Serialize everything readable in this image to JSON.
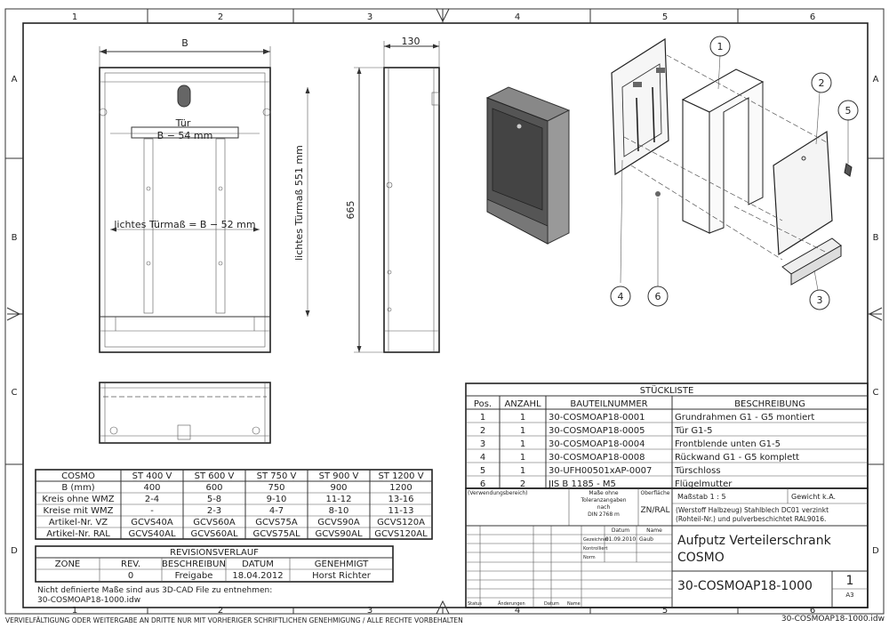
{
  "border": {
    "columns": [
      "1",
      "2",
      "3",
      "4",
      "5",
      "6"
    ],
    "rows": [
      "A",
      "B",
      "C",
      "D"
    ],
    "bottom_note": "VERVIELFÄLTIGUNG ODER WEITERGABE AN DRITTE NUR MIT VORHERIGER SCHRIFTLICHEN GENEHMIGUNG / ALLE RECHTE VORBEHALTEN",
    "file_name": "30-COSMOAP18-1000.idw"
  },
  "views": {
    "front_width_label": "B",
    "door_label_1": "Tür",
    "door_label_2": "B − 54 mm",
    "clear_width_label": "lichtes Türmaß = B − 52 mm",
    "clear_height_label": "lichtes Türmaß 551 mm",
    "side_depth_label": "130",
    "side_height_label": "665"
  },
  "exploded": {
    "balloons": [
      "1",
      "2",
      "3",
      "4",
      "5",
      "6"
    ]
  },
  "parts_list": {
    "title": "STÜCKLISTE",
    "headers": [
      "Pos.",
      "ANZAHL",
      "BAUTEILNUMMER",
      "BESCHREIBUNG"
    ],
    "rows": [
      {
        "pos": "1",
        "qty": "1",
        "part": "30-COSMOAP18-0001",
        "desc": "Grundrahmen G1 - G5 montiert"
      },
      {
        "pos": "2",
        "qty": "1",
        "part": "30-COSMOAP18-0005",
        "desc": "Tür G1-5"
      },
      {
        "pos": "3",
        "qty": "1",
        "part": "30-COSMOAP18-0004",
        "desc": "Frontblende unten G1-5"
      },
      {
        "pos": "4",
        "qty": "1",
        "part": "30-COSMOAP18-0008",
        "desc": "Rückwand G1 - G5 komplett"
      },
      {
        "pos": "5",
        "qty": "1",
        "part": "30-UFH00501xAP-0007",
        "desc": "Türschloss"
      },
      {
        "pos": "6",
        "qty": "2",
        "part": "JIS B 1185 - M5",
        "desc": "Flügelmutter"
      }
    ]
  },
  "variants": {
    "headers": [
      "COSMO",
      "ST 400 V",
      "ST 600 V",
      "ST 750 V",
      "ST 900 V",
      "ST 1200 V"
    ],
    "rows": [
      [
        "B (mm)",
        "400",
        "600",
        "750",
        "900",
        "1200"
      ],
      [
        "Kreis ohne WMZ",
        "2-4",
        "5-8",
        "9-10",
        "11-12",
        "13-16"
      ],
      [
        "Kreise mit WMZ",
        "-",
        "2-3",
        "4-7",
        "8-10",
        "11-13"
      ],
      [
        "Artikel-Nr. VZ",
        "GCVS40A",
        "GCVS60A",
        "GCVS75A",
        "GCVS90A",
        "GCVS120A"
      ],
      [
        "Artikel-Nr. RAL",
        "GCVS40AL",
        "GCVS60AL",
        "GCVS75AL",
        "GCVS90AL",
        "GCVS120AL"
      ]
    ]
  },
  "revisions": {
    "title": "REVISIONSVERLAUF",
    "headers": [
      "ZONE",
      "REV.",
      "BESCHREIBUN",
      "DATUM",
      "GENEHMIGT"
    ],
    "row": [
      "",
      "0",
      "Freigabe",
      "18.04.2012",
      "Horst Richter"
    ]
  },
  "note": {
    "line1": "Nicht definierte Maße sind aus 3D-CAD File zu entnehmen:",
    "line2": "30-COSMOAP18-1000.idw"
  },
  "title_block": {
    "usage": "(Verwendungsbereich)",
    "tolerance": [
      "Maße ohne",
      "Toleranzangaben",
      "nach",
      "DIN 2768 m"
    ],
    "surface_label": "Oberfläche",
    "surface": "ZN/RAL",
    "scale": "Maßstab  1 : 5",
    "weight": "Gewicht  k.A.",
    "material_1": "(Werstoff Halbzeug) Stahlblech DC01 verzinkt",
    "material_2": "(Rohteil-Nr.)            und pulverbeschichtet RAL9016.",
    "datum_label": "Datum",
    "name_label": "Name",
    "drawn_label": "Gezeichnet",
    "drawn_date": "01.09.2010",
    "drawn_name": "Gaub",
    "checked_label": "Kontrolliert",
    "norm_label": "Norm",
    "title_1": "Aufputz Verteilerschrank",
    "title_2": "COSMO",
    "drawing_number": "30-COSMOAP18-1000",
    "sheet": "1",
    "format": "A3",
    "status_row": [
      "Status",
      "Änderungen",
      "Datum",
      "Name"
    ]
  }
}
